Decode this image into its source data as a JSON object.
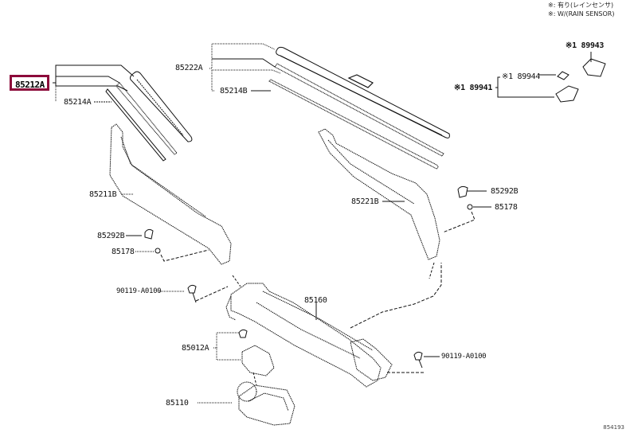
{
  "notes": {
    "line1": "※: 有り(レインセンサ)",
    "line2": "※: W/(RAIN SENSOR)"
  },
  "highlight": {
    "part_number": "85212A",
    "color": "#8c0a3a"
  },
  "labels": {
    "p85214A": "85214A",
    "p85222A": "85222A",
    "p85214B": "85214B",
    "p89943": "※1 89943",
    "p89944": "※1 89944",
    "p89941": "※1 89941",
    "p85211B": "85211B",
    "p85221B": "85221B",
    "p85292B_right": "85292B",
    "p85178_right": "85178",
    "p85292B_left": "85292B",
    "p85178_left": "85178",
    "p90119_left": "90119-A0100",
    "p85160": "85160",
    "p85012A": "85012A",
    "p90119_right": "90119-A0100",
    "p85110": "85110"
  },
  "reference": "854193"
}
